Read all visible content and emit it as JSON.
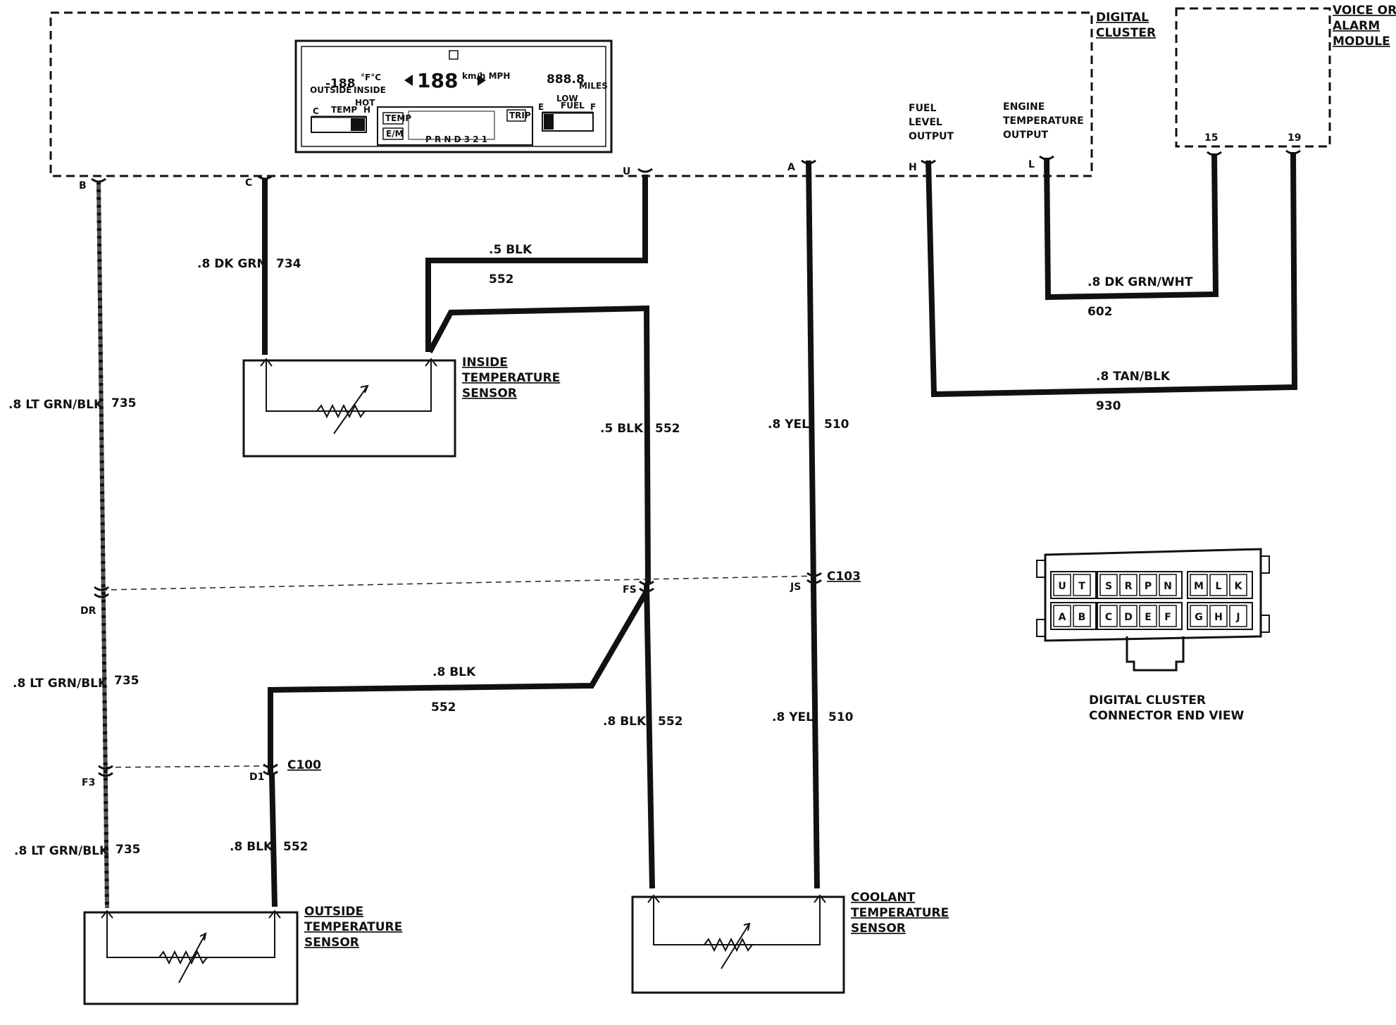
{
  "modules": {
    "digital_cluster": {
      "title_line1": "DIGITAL",
      "title_line2": "CLUSTER"
    },
    "voice_module": {
      "title_line1": "VOICE OR",
      "title_line2": "ALARM",
      "title_line3": "MODULE",
      "pin_15": "15",
      "pin_19": "19"
    }
  },
  "cluster_outputs": {
    "fuel_line1": "FUEL",
    "fuel_line2": "LEVEL",
    "fuel_line3": "OUTPUT",
    "eng_line1": "ENGINE",
    "eng_line2": "TEMPERATURE",
    "eng_line3": "OUTPUT"
  },
  "cluster_pins": {
    "b": "B",
    "c": "C",
    "u": "U",
    "a": "A",
    "h": "H",
    "l": "L"
  },
  "display_panel": {
    "outside_temp": "-188",
    "outside_label": "OUTSIDE",
    "inside_label": "INSIDE",
    "deg_label": "°F°C",
    "speed": "188",
    "speed_unit": "km/h MPH",
    "odo": "888.8",
    "odo_unit": "MILES",
    "temp_c": "C",
    "temp_label": "TEMP",
    "temp_hot": "HOT",
    "temp_h": "H",
    "fuel_e": "E",
    "fuel_label": "FUEL",
    "fuel_f": "F",
    "fuel_low": "LOW",
    "gear": "P R N D 3 2 1",
    "btn_1": "TEMP",
    "btn_2": "E/M",
    "btn_3": "TRIP"
  },
  "wires": {
    "w735_gauge": ".8 LT GRN/BLK",
    "w735_num": "735",
    "w734_gauge": ".8 DK GRN",
    "w734_num": "734",
    "w552_top_gauge": ".5 BLK",
    "w552_top_num": "552",
    "w552_mid_gauge": ".5 BLK",
    "w552_mid_num": "552",
    "w510_top_gauge": ".8 YEL",
    "w510_top_num": "510",
    "w602_gauge": ".8 DK GRN/WHT",
    "w602_num": "602",
    "w930_gauge": ".8 TAN/BLK",
    "w930_num": "930",
    "w735_mid_gauge": ".8 LT GRN/BLK",
    "w735_mid_num": "735",
    "w552_c_gauge": ".8 BLK",
    "w552_c_num": "552",
    "w552_low_gauge": ".8 BLK",
    "w552_low_num": "552",
    "w510_low_gauge": ".8 YEL",
    "w510_low_num": "510",
    "w735_low_gauge": ".8 LT GRN/BLK",
    "w735_low_num": "735",
    "w552_out_gauge": ".8 BLK",
    "w552_out_num": "552"
  },
  "connectors": {
    "dr": "DR",
    "fs": "FS",
    "js": "JS",
    "c103": "C103",
    "f3": "F3",
    "d1": "D1",
    "c100": "C100"
  },
  "sensors": {
    "inside_line1": "INSIDE",
    "inside_line2": "TEMPERATURE",
    "inside_line3": "SENSOR",
    "outside_line1": "OUTSIDE",
    "outside_line2": "TEMPERATURE",
    "outside_line3": "SENSOR",
    "coolant_line1": "COOLANT",
    "coolant_line2": "TEMPERATURE",
    "coolant_line3": "SENSOR"
  },
  "connector_view": {
    "top_row": [
      "U",
      "T",
      "S",
      "R",
      "P",
      "N",
      "M",
      "L",
      "K"
    ],
    "bottom_row": [
      "A",
      "B",
      "C",
      "D",
      "E",
      "F",
      "G",
      "H",
      "J"
    ],
    "caption_line1": "DIGITAL CLUSTER",
    "caption_line2": "CONNECTOR END VIEW"
  }
}
